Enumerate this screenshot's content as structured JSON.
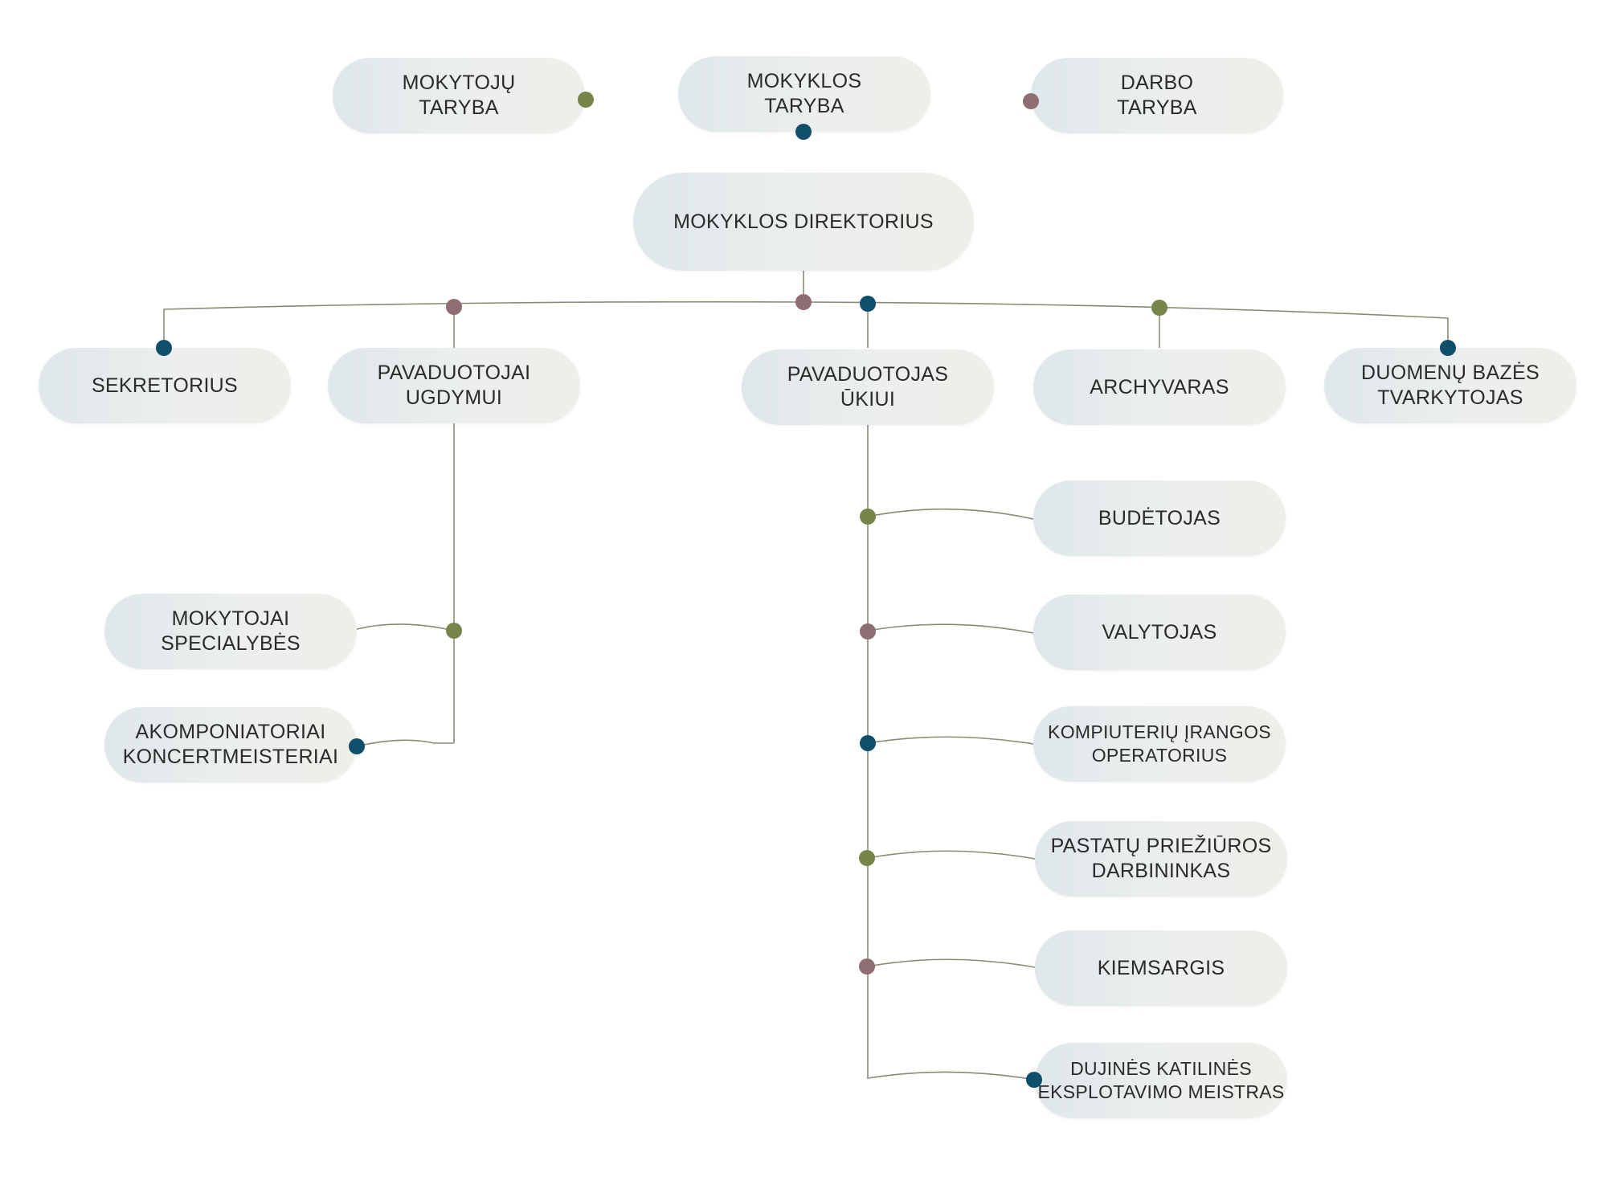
{
  "colors": {
    "line": "#8a8c78",
    "green": "#76864a",
    "mauve": "#8e6e72",
    "teal": "#104f6a"
  },
  "councils": {
    "teachers": "MOKYTOJŲ\nTARYBA",
    "school": "MOKYKLOS\nTARYBA",
    "work": "DARBO\nTARYBA"
  },
  "director": "MOKYKLOS DIREKTORIUS",
  "level2": {
    "secretary": "SEKRETORIUS",
    "deputy_education": "PAVADUOTOJAI\nUGDYMUI",
    "deputy_economy": "PAVADUOTOJAS\nŪKIUI",
    "archivist": "ARCHYVARAS",
    "db_manager": "DUOMENŲ BAZĖS\nTVARKYTOJAS"
  },
  "education_staff": {
    "specialty_teachers": "MOKYTOJAI\nSPECIALYBĖS",
    "accompanists": "AKOMPONIATORIAI\nKONCERTMEISTERIAI"
  },
  "economy_staff": {
    "duty_officer": "BUDĖTOJAS",
    "cleaner": "VALYTOJAS",
    "it_operator": "KOMPIUTERIŲ ĮRANGOS\nOPERATORIUS",
    "maintenance": "PASTATŲ PRIEŽIŪROS\nDARBININKAS",
    "yard_keeper": "KIEMSARGIS",
    "boiler_master": "DUJINĖS KATILINĖS\nEKSPLOTAVIMO MEISTRAS"
  }
}
